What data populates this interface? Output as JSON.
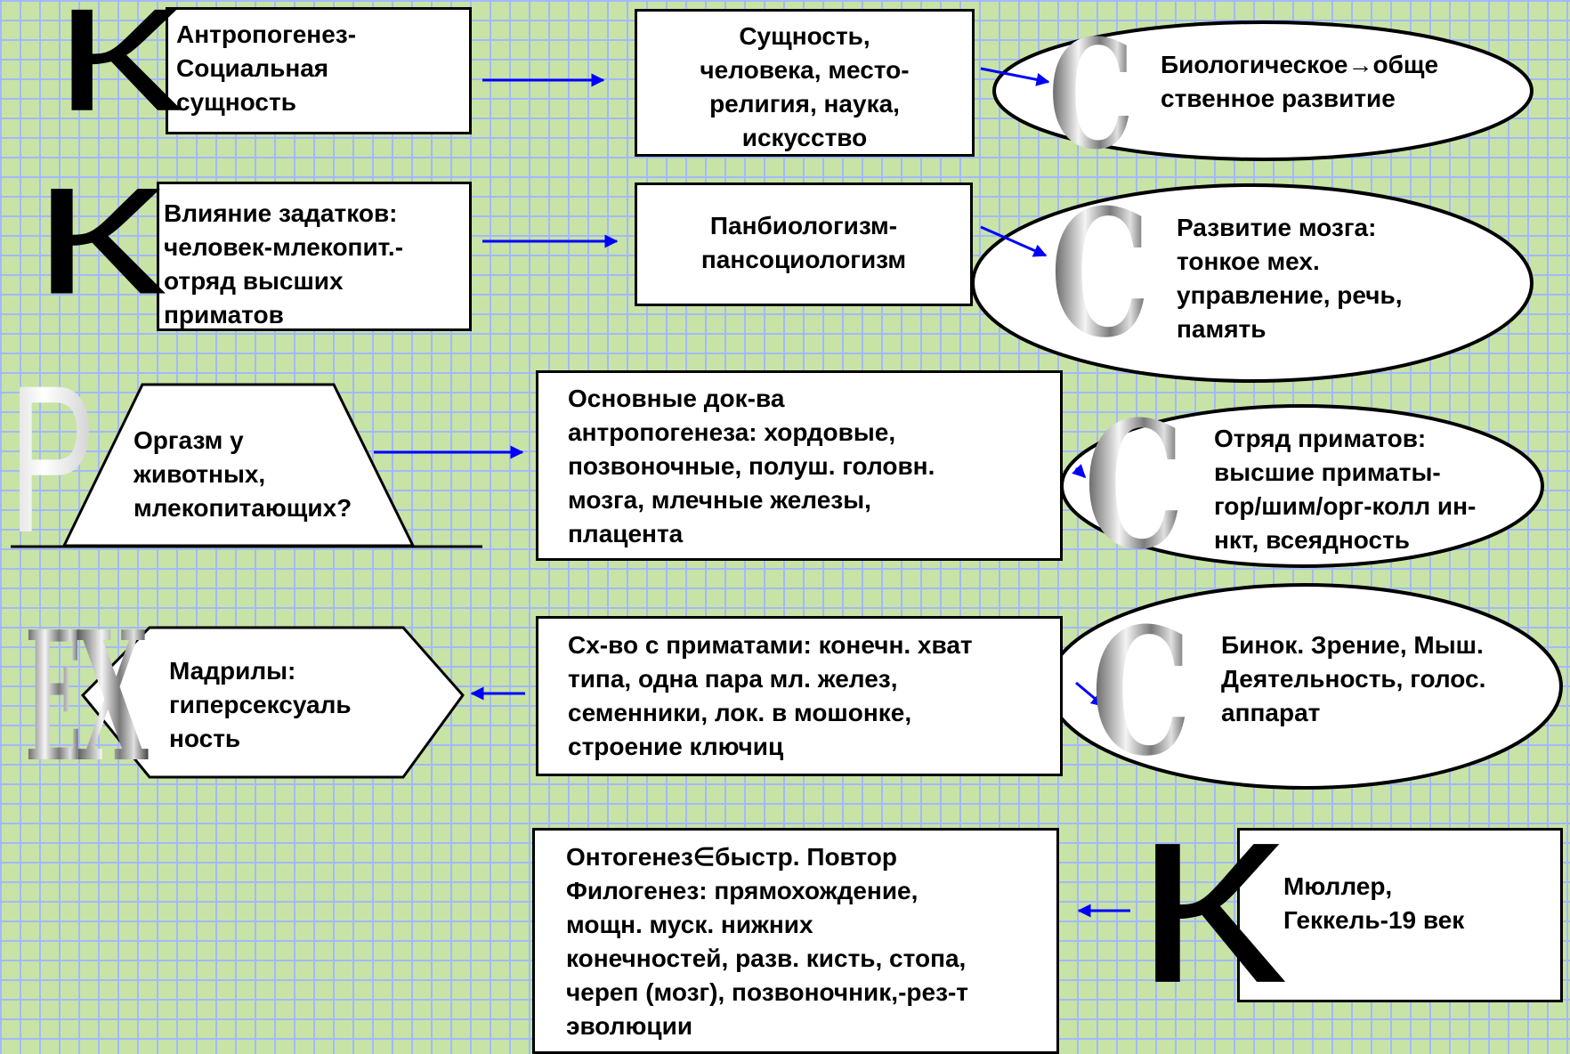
{
  "letters": {
    "k": "К",
    "c": "С",
    "r": "Р",
    "e": "Е",
    "x": "Х"
  },
  "nodes": {
    "antropogenez": "Антропогенез-\nСоциальная\nсущность",
    "sushchnost": "Сущность,\nчеловека, место-\nрелигия, наука,\nискусство",
    "biologicheskoe": "Биологическое→обще\nственное развитие",
    "vliyanie": "Влияние задатков:\nчеловек-млекопит.-\nотряд высших\nприматов",
    "panbiologizm": "Панбиологизм-\nпансоциологизм",
    "razvitie_mozga": "Развитие мозга:\nтонкое мех.\nуправление, речь,\nпамять",
    "orgazm": "Оргазм у\nживотных,\nмлекопитающих?",
    "dokazatelstva": "Основные док-ва\nантропогенеза: хордовые,\nпозвоночные, полуш. головн.\nмозга, млечные железы,\nплацента",
    "otryad_primatov": "Отряд приматов:\nвысшие приматы-\nгор/шим/орг-колл ин-\nнкт, всеядность",
    "madrily": "Мадрилы:\nгиперсексуаль\nность",
    "skhodstvo": "Сх-во с приматами: конечн. хват\nтипа, одна пара мл. желез,\nсеменники, лок. в мошонке,\nстроение ключиц",
    "binok": "Бинок. Зрение, Мыш.\nДеятельность, голос.\nаппарат",
    "ontogenez": "Онтогенез∈быстр. Повтор\nФилогенез: прямохождение,\nмощн. муск. нижних\nконечностей, разв. кисть, стопа,\nчереп (мозг), позвоночник,-рез-т\nэволюции",
    "myuller": "Мюллер,\nГеккель-19 век"
  },
  "colors": {
    "background": "#c8e3a6",
    "grid": "#a3b9ff",
    "arrow": "#0000ff",
    "box_border": "#000000",
    "box_fill": "#ffffff"
  }
}
